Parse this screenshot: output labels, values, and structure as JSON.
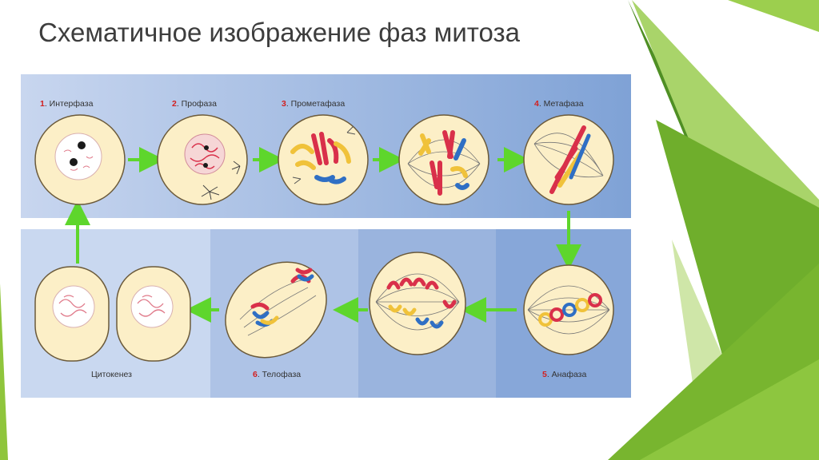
{
  "slide": {
    "title": "Схематичное изображение фаз митоза"
  },
  "diagram": {
    "phases": [
      {
        "number": "1",
        "name": ". Интерфаза"
      },
      {
        "number": "2",
        "name": ". Профаза"
      },
      {
        "number": "3",
        "name": ". Прометафаза"
      },
      {
        "number": "4",
        "name": ". Метафаза"
      },
      {
        "number": "5",
        "name": ". Анафаза"
      },
      {
        "number": "6",
        "name": ". Телофаза"
      },
      {
        "number": "",
        "name": "Цитокенез"
      }
    ]
  },
  "colors": {
    "accent_green": "#7fbf2e",
    "arrow_green": "#5ed62c",
    "panel_blue": "#9fb7de",
    "cell_fill": "#fcefc7",
    "chromosome_red": "#d9304a",
    "chromosome_yellow": "#f0c23a",
    "chromosome_blue": "#2f6fc4"
  }
}
